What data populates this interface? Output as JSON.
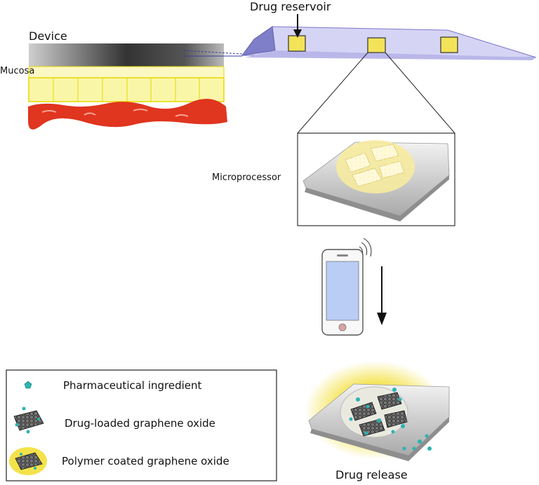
{
  "labels": {
    "device": "Device",
    "mucosa": "Mucosa",
    "drug_reservoir": "Drug reservoir",
    "microprocessor": "Microprocessor",
    "drug_release": "Drug release"
  },
  "legend": [
    {
      "label": "Pharmaceutical ingredient",
      "icon": "pentagon-icon"
    },
    {
      "label": "Drug-loaded graphene oxide",
      "icon": "graphene-sheet-icon"
    },
    {
      "label": "Polymer coated graphene oxide",
      "icon": "coated-graphene-icon"
    }
  ],
  "colors": {
    "reservoir_fill": "#f3e358",
    "device_fill": "#d6d4f4",
    "mucosa_fill": "#faf6a8",
    "tissue_fill": "#e0351f",
    "phone_screen": "#b9cdf5",
    "drug": "#2bb3b3"
  }
}
